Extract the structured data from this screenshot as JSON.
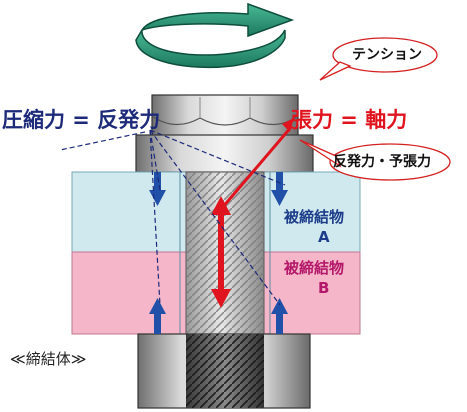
{
  "labels": {
    "compression": "圧縮力 = 反発力",
    "axial": "張力 = 軸力",
    "tension": "テンション",
    "reaction": "反発力・予張力",
    "material_a_line1": "被締結物",
    "material_a_line2": "A",
    "material_b_line1": "被締結物",
    "material_b_line2": "B",
    "assembly": "≪締結体≫"
  },
  "colors": {
    "rotation_arrow": "#2e9e7c",
    "material_a": "#cfe9ee",
    "material_b": "#f4b6c8",
    "compression_text": "#1d2a7a",
    "axial_text": "#e0141e",
    "force_arrow_blue": "#2050a8",
    "force_arrow_red": "#e0141e"
  },
  "icons": {
    "rotation": "curved-rotation-arrow-icon",
    "force_down": "down-arrow-icon",
    "force_up": "up-arrow-icon",
    "axial_force": "double-headed-arrow-icon"
  }
}
